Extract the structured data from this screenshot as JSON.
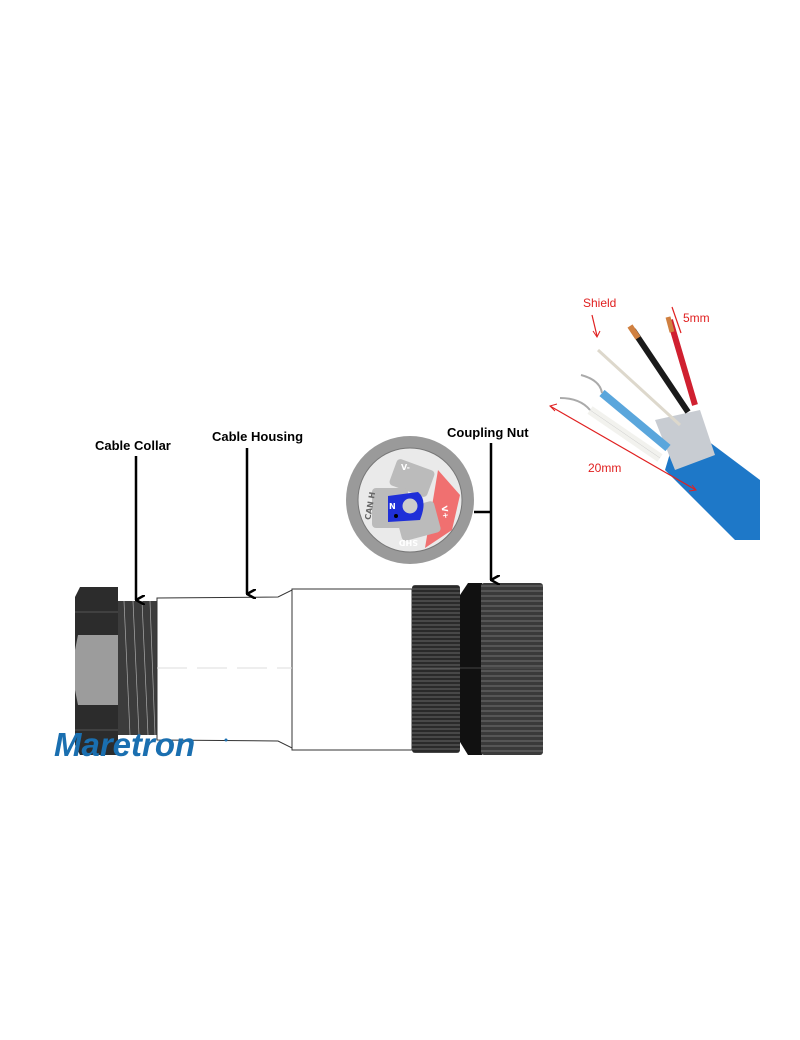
{
  "labels": {
    "cable_collar": "Cable Collar",
    "cable_housing": "Cable Housing",
    "coupling_nut": "Coupling Nut"
  },
  "pinout": {
    "top": "V-",
    "right": "V+",
    "left": "CAN H",
    "bottom": "SHD",
    "center": "N"
  },
  "cable_photo": {
    "shield_label": "Shield",
    "strip_short": "5mm",
    "strip_long": "20mm"
  },
  "logo": {
    "text": "Maretron",
    "color": "#1a6fb0"
  },
  "colors": {
    "annotation": "#e02020",
    "cable_jacket": "#1e78c8"
  }
}
